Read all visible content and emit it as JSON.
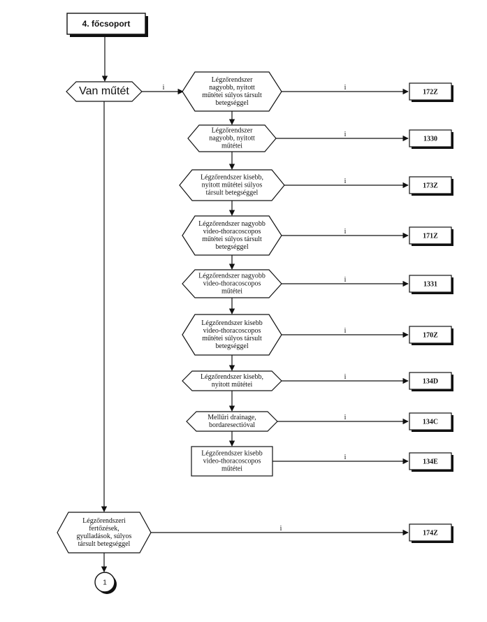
{
  "diagram": {
    "start_box": {
      "label": "4. főcsoport"
    },
    "edge_label_yes": "i",
    "connector": {
      "label": "1"
    },
    "decisions": {
      "van_mutet": {
        "lines": [
          "Van műtét"
        ]
      },
      "legzorendszeri_fertozesek": {
        "lines": [
          "Légzőrendszeri",
          "fertőzések,",
          "gyulladások, súlyos",
          "társult betegséggel"
        ]
      }
    },
    "procedures": [
      {
        "id": "p1",
        "lines": [
          "Légzőrendszer",
          "nagyobb, nyitott",
          "műtétei súlyos társult",
          "betegséggel"
        ],
        "code": "172Z"
      },
      {
        "id": "p2",
        "lines": [
          "Légzőrendszer",
          "nagyobb, nyitott",
          "műtétei"
        ],
        "code": "1330"
      },
      {
        "id": "p3",
        "lines": [
          "Légzőrendszer kisebb,",
          "nyitott műtétei súlyos",
          "társult betegséggel"
        ],
        "code": "173Z"
      },
      {
        "id": "p4",
        "lines": [
          "Légzőrendszer nagyobb",
          "video-thoracoscopos",
          "műtétei súlyos társult",
          "betegséggel"
        ],
        "code": "171Z"
      },
      {
        "id": "p5",
        "lines": [
          "Légzőrendszer nagyobb",
          "video-thoracoscopos",
          "műtétei"
        ],
        "code": "1331"
      },
      {
        "id": "p6",
        "lines": [
          "Légzőrendszer kisebb",
          "video-thoracoscopos",
          "műtétei súlyos társult",
          "betegséggel"
        ],
        "code": "170Z"
      },
      {
        "id": "p7",
        "lines": [
          "Légzőrendszer kisebb,",
          "nyitott műtétei"
        ],
        "code": "134D"
      },
      {
        "id": "p8",
        "lines": [
          "Mellűri drainage,",
          "bordaresectióval"
        ],
        "code": "134C"
      },
      {
        "id": "p9",
        "lines": [
          "Légzőrendszer kisebb",
          "video-thoracoscopos",
          "műtétei"
        ],
        "code": "134E"
      }
    ],
    "bottom_code": "174Z"
  }
}
